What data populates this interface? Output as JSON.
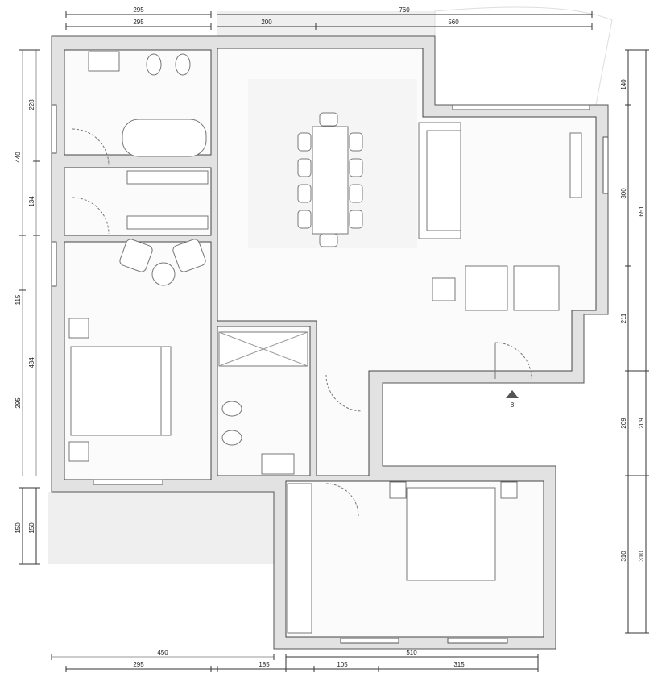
{
  "dimensions": {
    "top_outer": [
      "295",
      "760"
    ],
    "top_inner": [
      "295",
      "200",
      "560"
    ],
    "left_outer": [
      "440",
      "115",
      "295",
      "150"
    ],
    "left_inner": [
      "228",
      "134",
      "484",
      "150"
    ],
    "right_inner": [
      "140",
      "300",
      "211",
      "209",
      "310"
    ],
    "right_outer": [
      "651",
      "209",
      "310"
    ],
    "bottom_outer": [
      "450",
      "510"
    ],
    "bottom_inner": [
      "295",
      "185",
      "105",
      "315"
    ]
  },
  "section_marker": "8"
}
